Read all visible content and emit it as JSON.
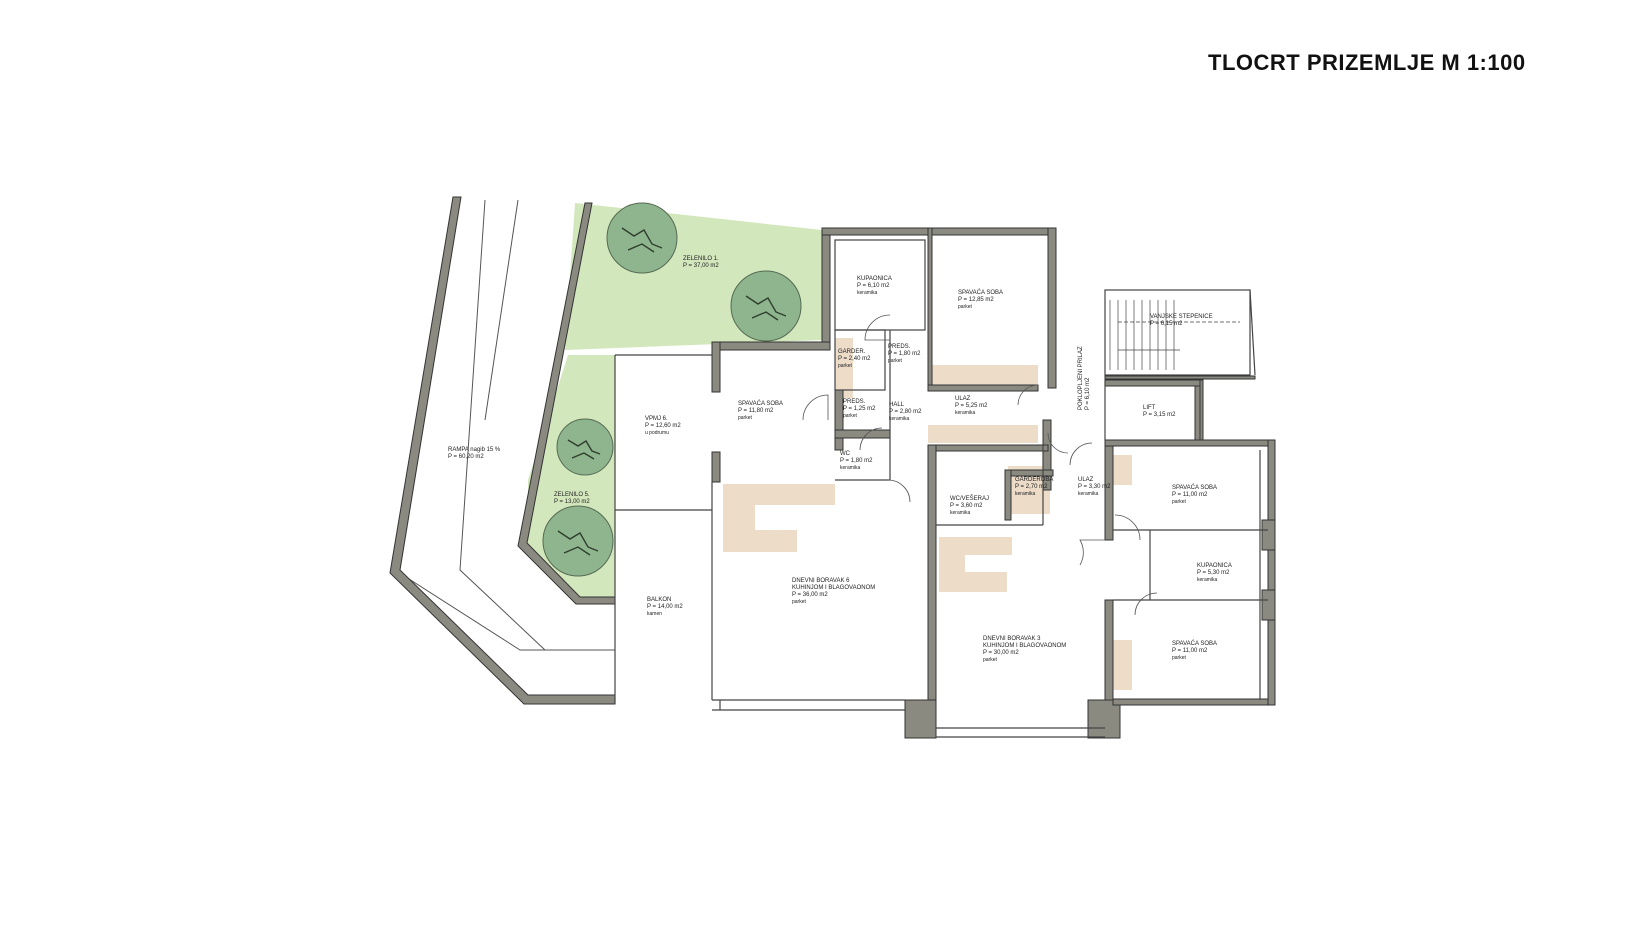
{
  "title": "TLOCRT PRIZEMLJE M 1:100",
  "colors": {
    "wall": "#8a8a80",
    "green": "#d3e7bd",
    "tile": "#ecdcc8",
    "tree": "#8fb58e"
  },
  "rooms": [
    {
      "id": "zelenilo1",
      "lines": [
        "ZELENILO 1.",
        "P = 37,00 m2"
      ]
    },
    {
      "id": "kupaonica1",
      "lines": [
        "KUPAONICA",
        "P = 6,10 m2",
        "keramika"
      ]
    },
    {
      "id": "spavaca1",
      "lines": [
        "SPAVAĆA SOBA",
        "P = 12,85 m2",
        "parket"
      ]
    },
    {
      "id": "garder1",
      "lines": [
        "GARDER.",
        "P = 2,40 m2",
        "parket"
      ]
    },
    {
      "id": "preds1",
      "lines": [
        "PREDS.",
        "P = 1,80 m2",
        "parket"
      ]
    },
    {
      "id": "spavaca2",
      "lines": [
        "SPAVAĆA SOBA",
        "P = 11,80 m2",
        "parket"
      ]
    },
    {
      "id": "preds2",
      "lines": [
        "PREDS.",
        "P = 1,25 m2",
        "parket"
      ]
    },
    {
      "id": "hall",
      "lines": [
        "HALL",
        "P = 2,80 m2",
        "keramika"
      ]
    },
    {
      "id": "ulaz1",
      "lines": [
        "ULAZ",
        "P = 5,25 m2",
        "keramika"
      ]
    },
    {
      "id": "wc",
      "lines": [
        "WC",
        "P = 1,80 m2",
        "keramika"
      ]
    },
    {
      "id": "vpmj",
      "lines": [
        "VPMJ 6.",
        "P = 12,60 m2",
        "u podrumu"
      ]
    },
    {
      "id": "rampa",
      "lines": [
        "RAMPA nagib 15 %",
        "P = 60,20 m2"
      ]
    },
    {
      "id": "zelenilo5",
      "lines": [
        "ZELENILO 5.",
        "P = 13,00 m2"
      ]
    },
    {
      "id": "balkon",
      "lines": [
        "BALKON",
        "P = 14,00 m2",
        "kamen"
      ]
    },
    {
      "id": "dnevni6",
      "lines": [
        "DNEVNI BORAVAK 6",
        "KUHINJOM I BLAGOVAONOM",
        "P = 36,00 m2",
        "parket"
      ]
    },
    {
      "id": "vanjske",
      "lines": [
        "VANJSKE STEPENICE",
        "P = 6,15 m2"
      ]
    },
    {
      "id": "prilaz",
      "lines": [
        "POKLOPLJENI PRILAZ",
        "P = 6,10 m2"
      ]
    },
    {
      "id": "lift",
      "lines": [
        "LIFT",
        "P = 3,15 m2"
      ]
    },
    {
      "id": "garderoba",
      "lines": [
        "GARDEROBA",
        "P = 2,70 m2",
        "keramika"
      ]
    },
    {
      "id": "ulaz2",
      "lines": [
        "ULAZ",
        "P = 3,30 m2",
        "keramika"
      ]
    },
    {
      "id": "wcvesh",
      "lines": [
        "WC/VEŠERAJ",
        "P = 3,60 m2",
        "keramika"
      ]
    },
    {
      "id": "spavaca3",
      "lines": [
        "SPAVAĆA SOBA",
        "P = 11,00 m2",
        "parket"
      ]
    },
    {
      "id": "kupaonica2",
      "lines": [
        "KUPAONICA",
        "P = 5,30 m2",
        "keramika"
      ]
    },
    {
      "id": "dnevni3",
      "lines": [
        "DNEVNI BORAVAK 3",
        "KUHINJOM I BLAGOVAONOM",
        "P = 30,00 m2",
        "parket"
      ]
    },
    {
      "id": "spavaca4",
      "lines": [
        "SPAVAĆA SOBA",
        "P = 11,00 m2",
        "parket"
      ]
    }
  ]
}
